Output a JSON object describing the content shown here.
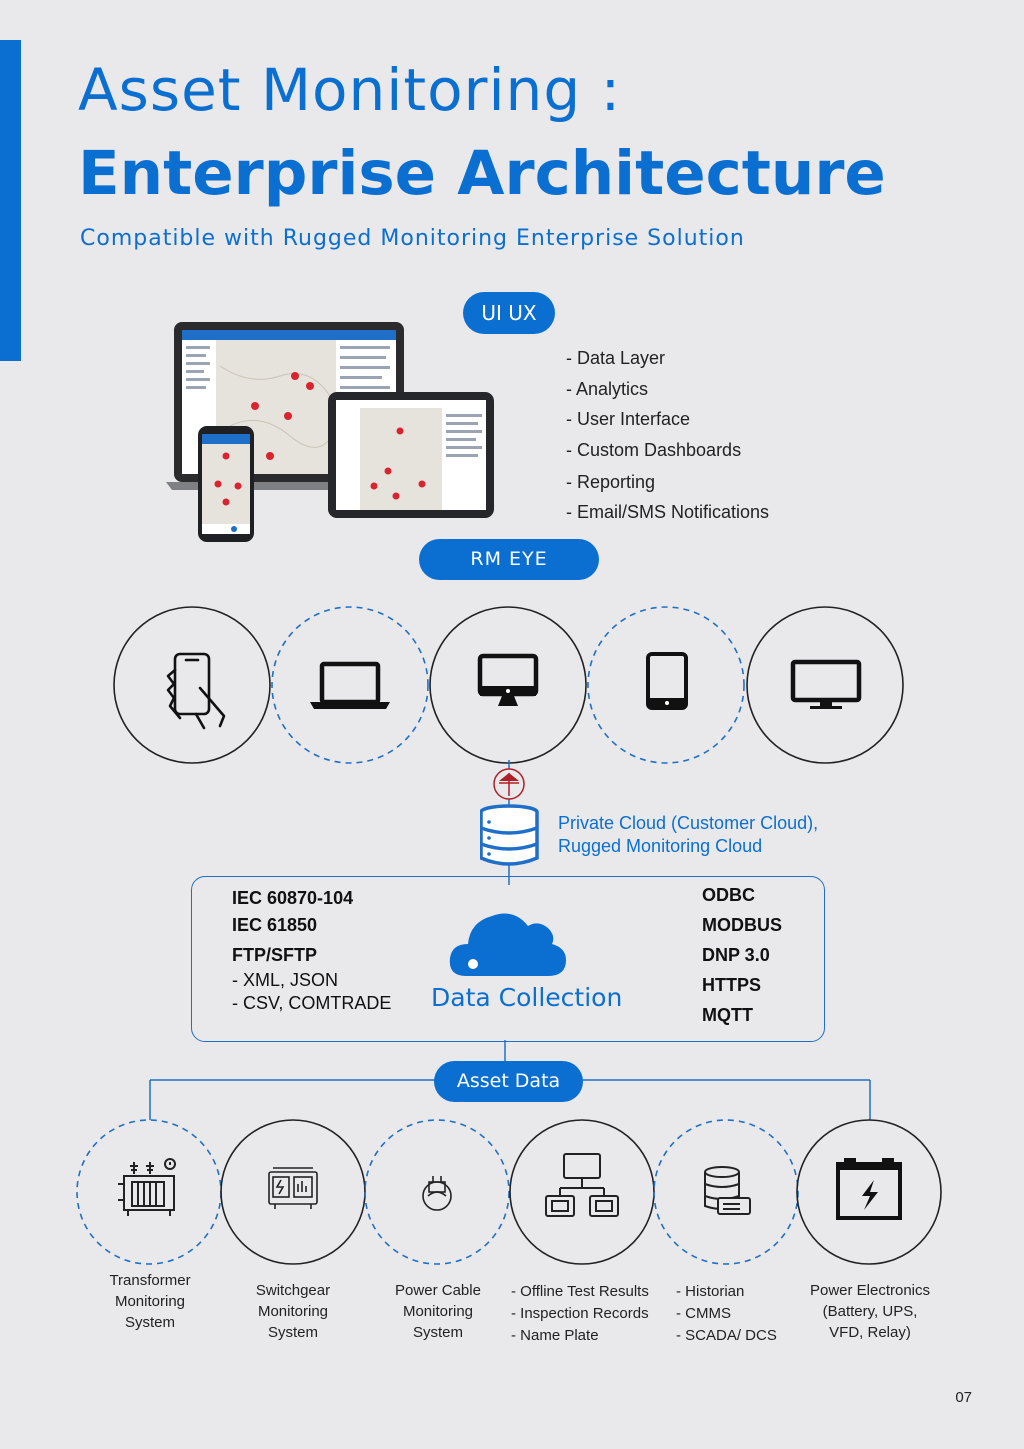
{
  "header": {
    "title_line1": "Asset Monitoring :",
    "title_line2": "Enterprise Architecture",
    "subtitle": "Compatible with Rugged Monitoring Enterprise Solution"
  },
  "ui_ux": {
    "pill_label": "UI UX",
    "features": [
      "- Data Layer",
      "- Analytics",
      "- User Interface",
      "- Custom Dashboards",
      "- Reporting",
      "- Email/SMS Notifications"
    ]
  },
  "rm_eye": {
    "pill_label": "RM EYE",
    "devices": [
      {
        "icon": "phone-in-hand-icon"
      },
      {
        "icon": "laptop-icon"
      },
      {
        "icon": "desktop-monitor-icon"
      },
      {
        "icon": "tablet-icon"
      },
      {
        "icon": "widescreen-monitor-icon"
      }
    ]
  },
  "cloud": {
    "line1": "Private Cloud (Customer Cloud),",
    "line2": "Rugged Monitoring Cloud"
  },
  "data_collection": {
    "label": "Data Collection",
    "left_protocols": [
      "IEC 60870-104",
      "IEC 61850",
      "FTP/SFTP"
    ],
    "left_formats": [
      "- XML, JSON",
      "- CSV, COMTRADE"
    ],
    "right_protocols": [
      "ODBC",
      "MODBUS",
      "DNP 3.0",
      "HTTPS",
      "MQTT"
    ]
  },
  "asset_data": {
    "pill_label": "Asset Data",
    "items": [
      {
        "icon": "transformer-icon",
        "lines": [
          "Transformer",
          "Monitoring",
          "System"
        ]
      },
      {
        "icon": "switchgear-icon",
        "lines": [
          "Switchgear",
          "Monitoring",
          "System"
        ]
      },
      {
        "icon": "power-cable-icon",
        "lines": [
          "Power Cable",
          "Monitoring",
          "System"
        ]
      },
      {
        "icon": "network-computers-icon",
        "lines": [
          "- Offline Test Results",
          "- Inspection Records",
          "- Name Plate"
        ]
      },
      {
        "icon": "database-server-icon",
        "lines": [
          "- Historian",
          "- CMMS",
          "- SCADA/ DCS"
        ]
      },
      {
        "icon": "battery-power-icon",
        "lines": [
          "Power Electronics",
          "(Battery, UPS,",
          "VFD, Relay)"
        ]
      }
    ]
  },
  "colors": {
    "accent": "#0b6fd1",
    "background": "#e9e9eb"
  },
  "page_number": "07"
}
